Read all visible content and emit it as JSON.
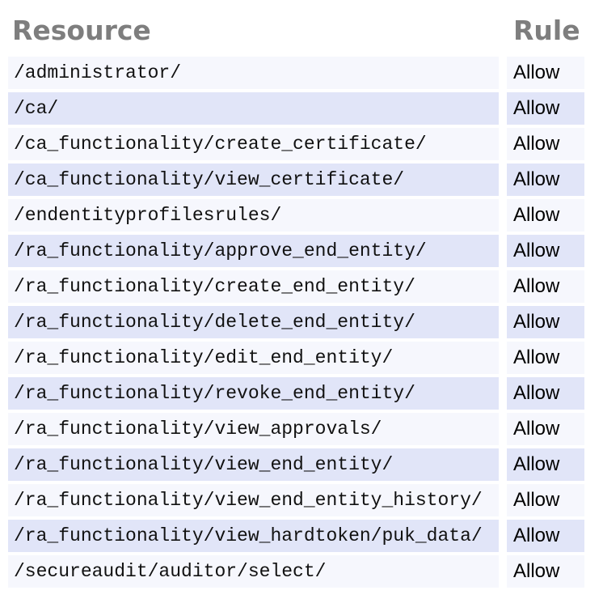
{
  "table": {
    "columns": [
      {
        "label": "Resource"
      },
      {
        "label": "Rule"
      }
    ],
    "rows": [
      {
        "resource": "/administrator/",
        "rule": "Allow"
      },
      {
        "resource": "/ca/",
        "rule": "Allow"
      },
      {
        "resource": "/ca_functionality/create_certificate/",
        "rule": "Allow"
      },
      {
        "resource": "/ca_functionality/view_certificate/",
        "rule": "Allow"
      },
      {
        "resource": "/endentityprofilesrules/",
        "rule": "Allow"
      },
      {
        "resource": "/ra_functionality/approve_end_entity/",
        "rule": "Allow"
      },
      {
        "resource": "/ra_functionality/create_end_entity/",
        "rule": "Allow"
      },
      {
        "resource": "/ra_functionality/delete_end_entity/",
        "rule": "Allow"
      },
      {
        "resource": "/ra_functionality/edit_end_entity/",
        "rule": "Allow"
      },
      {
        "resource": "/ra_functionality/revoke_end_entity/",
        "rule": "Allow"
      },
      {
        "resource": "/ra_functionality/view_approvals/",
        "rule": "Allow"
      },
      {
        "resource": "/ra_functionality/view_end_entity/",
        "rule": "Allow"
      },
      {
        "resource": "/ra_functionality/view_end_entity_history/",
        "rule": "Allow"
      },
      {
        "resource": "/ra_functionality/view_hardtoken/puk_data/",
        "rule": "Allow"
      },
      {
        "resource": "/secureaudit/auditor/select/",
        "rule": "Allow"
      }
    ]
  },
  "colors": {
    "row_stripe_blue": "#e1e5f8",
    "row_stripe_light": "#f6f7fd",
    "header_text": "#7e7e7e",
    "body_text": "#000000"
  }
}
